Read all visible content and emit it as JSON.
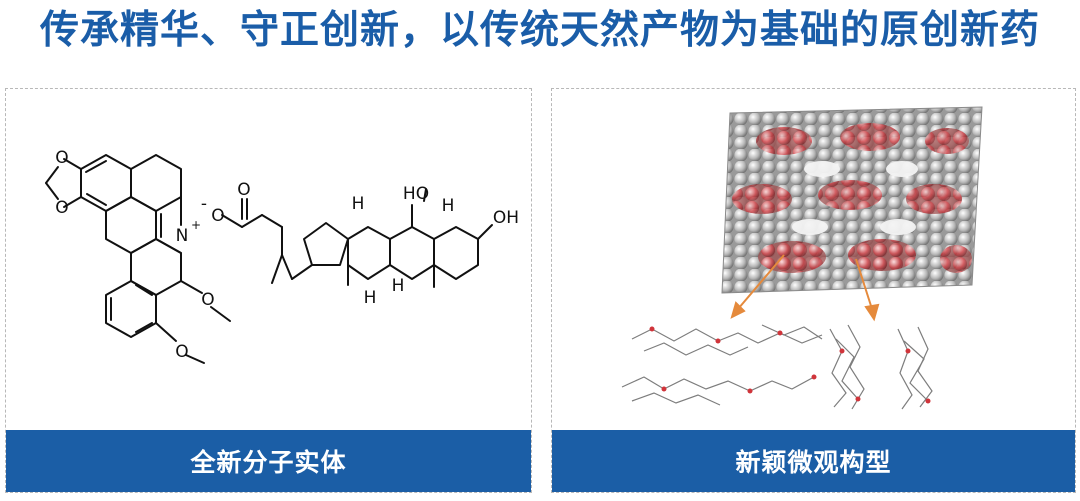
{
  "headline": "传承精华、守正创新，以传统天然产物为基础的原创新药",
  "panels": [
    {
      "caption": "全新分子实体",
      "structure_labels": {
        "o_top": "O",
        "o_bottom": "O",
        "n_plus": "N",
        "plus": "+",
        "minus": "-",
        "o_ester": "O",
        "o_anion": "O",
        "ome_1": "O",
        "ome_2": "O",
        "ho": "HO",
        "oh": "OH",
        "h_1": "H",
        "h_2": "H",
        "h_3": "H",
        "h_4": "H"
      }
    },
    {
      "caption": "新颖微观构型"
    }
  ],
  "colors": {
    "title": "#1a5da8",
    "caption_bar": "#1b5ea6",
    "caption_text": "#ffffff",
    "arrow": "#e58a3c",
    "oxygen": "#d0343a"
  },
  "icons": [
    "chemical-structure-illustration",
    "crystal-lattice-illustration",
    "molecular-fragment-illustration"
  ]
}
